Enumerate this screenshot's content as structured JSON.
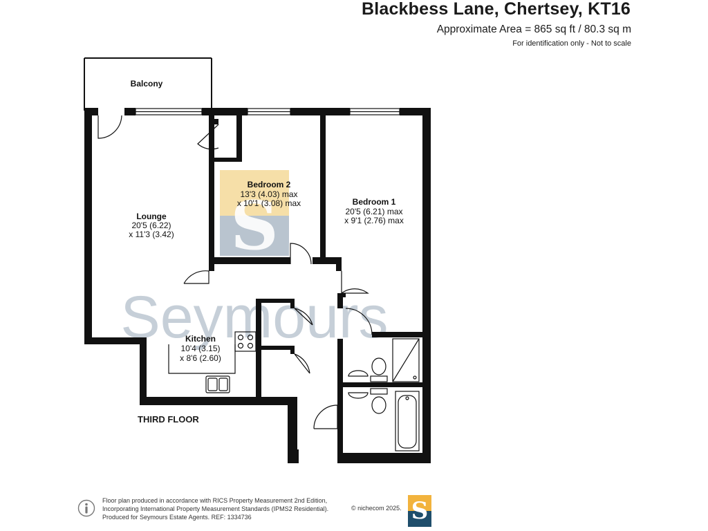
{
  "header": {
    "title": "Blackbess Lane, Chertsey, KT16",
    "area": "Approximate Area = 865 sq ft / 80.3 sq m",
    "note": "For identification only - Not to scale"
  },
  "rooms": {
    "balcony": {
      "name": "Balcony"
    },
    "lounge": {
      "name": "Lounge",
      "line1": "20'5 (6.22)",
      "line2": "x 11'3 (3.42)"
    },
    "bedroom2": {
      "name": "Bedroom 2",
      "line1": "13'3 (4.03) max",
      "line2": "x 10'1 (3.08) max"
    },
    "bedroom1": {
      "name": "Bedroom 1",
      "line1": "20'5 (6.21) max",
      "line2": "x 9'1 (2.76) max"
    },
    "kitchen": {
      "name": "Kitchen",
      "line1": "10'4 (3.15)",
      "line2": "x 8'6 (2.60)"
    }
  },
  "floor_label": "THIRD FLOOR",
  "watermark": {
    "text": "Seymours",
    "logo_letter": "S"
  },
  "footer": {
    "line1": "Floor plan produced in accordance with RICS Property Measurement 2nd Edition,",
    "line2": "Incorporating International Property Measurement Standards (IPMS2 Residential).",
    "line3": "Produced for Seymours Estate Agents.   REF: 1334736",
    "copyright": "© nichecom 2025."
  },
  "brand_logo": {
    "letter": "S"
  },
  "colors": {
    "wall": "#111111",
    "watermark_gold": "#f6dfa8",
    "watermark_blue": "#b9c4cf",
    "logo_gold": "#f2b33d",
    "logo_blue": "#1f4e6b"
  },
  "icons": [
    "info-icon",
    "seymours-logo"
  ]
}
